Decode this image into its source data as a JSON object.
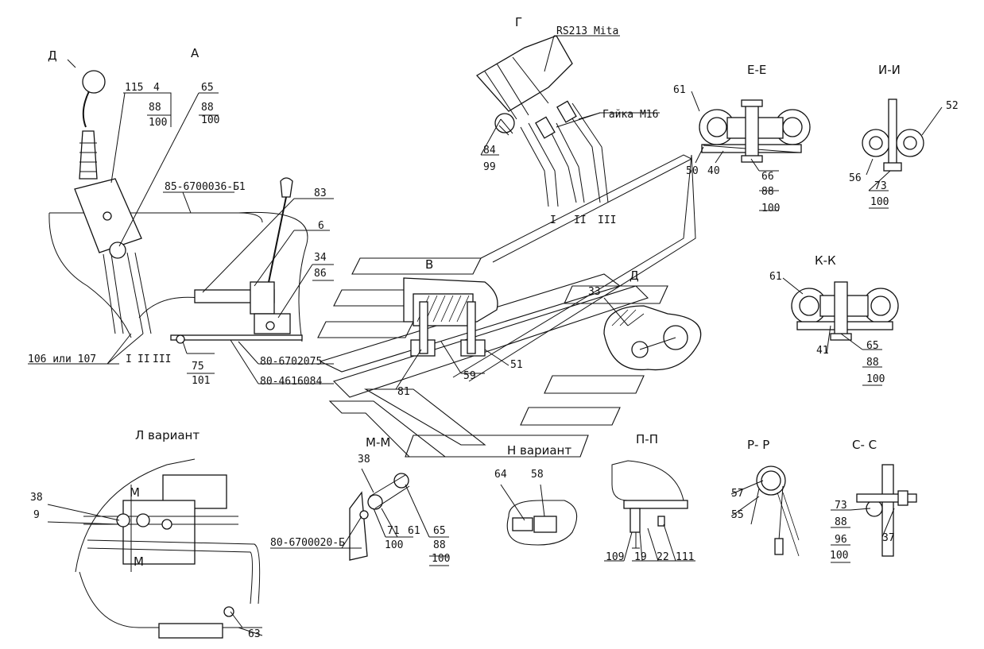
{
  "views": {
    "A": "А",
    "G": "Г",
    "EE": "Е-Е",
    "II": "И-И",
    "B": "В",
    "D": "Д",
    "KK": "К-К",
    "L": "Л вариант",
    "MM": "М-М",
    "N": "Н вариант",
    "PP": "П-П",
    "RR": "Р- Р",
    "SS": "С- С",
    "D_arrow": "Д",
    "M1": "М",
    "M2": "М"
  },
  "parts": {
    "p115": "115",
    "p4": "4",
    "p88a": "88",
    "p100a": "100",
    "p65a": "65",
    "p88b": "88",
    "p100b": "100",
    "ref1": "85-6700036-Б1",
    "p83": "83",
    "p6": "6",
    "p34": "34",
    "p86": "86",
    "p106": "106 или 107",
    "ref2": "80-6702075",
    "ref3": "80-4616084",
    "p75": "75",
    "p101": "101",
    "pos1": "I",
    "pos2": "II",
    "pos3": "III",
    "rs": "RS213 Mita",
    "nut": "Гайка М16",
    "p84": "84",
    "p99": "99",
    "g1": "I",
    "g2": "II",
    "g3": "III",
    "p61a": "61",
    "p50": "50",
    "p40": "40",
    "p66": "66",
    "p88c": "88",
    "p100c": "100",
    "p52": "52",
    "p56": "56",
    "p73a": "73",
    "p100d": "100",
    "p81": "81",
    "p59": "59",
    "p51": "51",
    "p33": "33",
    "p61b": "61",
    "p41": "41",
    "p65b": "65",
    "p88d": "88",
    "p100e": "100",
    "p38a": "38",
    "p9": "9",
    "p63": "63",
    "p38b": "38",
    "ref4": "80-6700020-Б",
    "p71": "71",
    "p61c": "61",
    "p65c": "65",
    "p88e": "88",
    "p100f": "100",
    "p100g": "100",
    "p64": "64",
    "p58": "58",
    "p109": "109",
    "p19": "19",
    "p22": "22",
    "p111": "111",
    "p57": "57",
    "p55": "55",
    "p73b": "73",
    "p88f": "88",
    "p96": "96",
    "p100h": "100",
    "p37": "37"
  }
}
